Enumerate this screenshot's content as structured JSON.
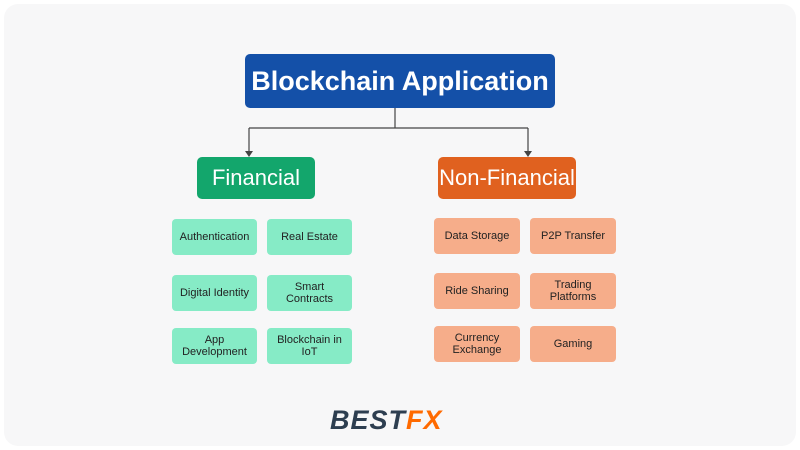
{
  "title": "Blockchain Application",
  "financial": {
    "label": "Financial",
    "items": [
      "Authentication",
      "Real Estate",
      "Digital Identity",
      "Smart Contracts",
      "App Development",
      "Blockchain in IoT"
    ]
  },
  "non_financial": {
    "label": "Non-Financial",
    "items": [
      "Data Storage",
      "P2P Transfer",
      "Ride Sharing",
      "Trading Platforms",
      "Currency Exchange",
      "Gaming"
    ]
  },
  "logo": {
    "part1": "BEST",
    "part2": "FX"
  },
  "colors": {
    "main": "#1450a8",
    "financial": "#13a66c",
    "non_financial": "#e0611f",
    "logo_dark": "#2d3e50",
    "logo_accent": "#ff6a00"
  }
}
